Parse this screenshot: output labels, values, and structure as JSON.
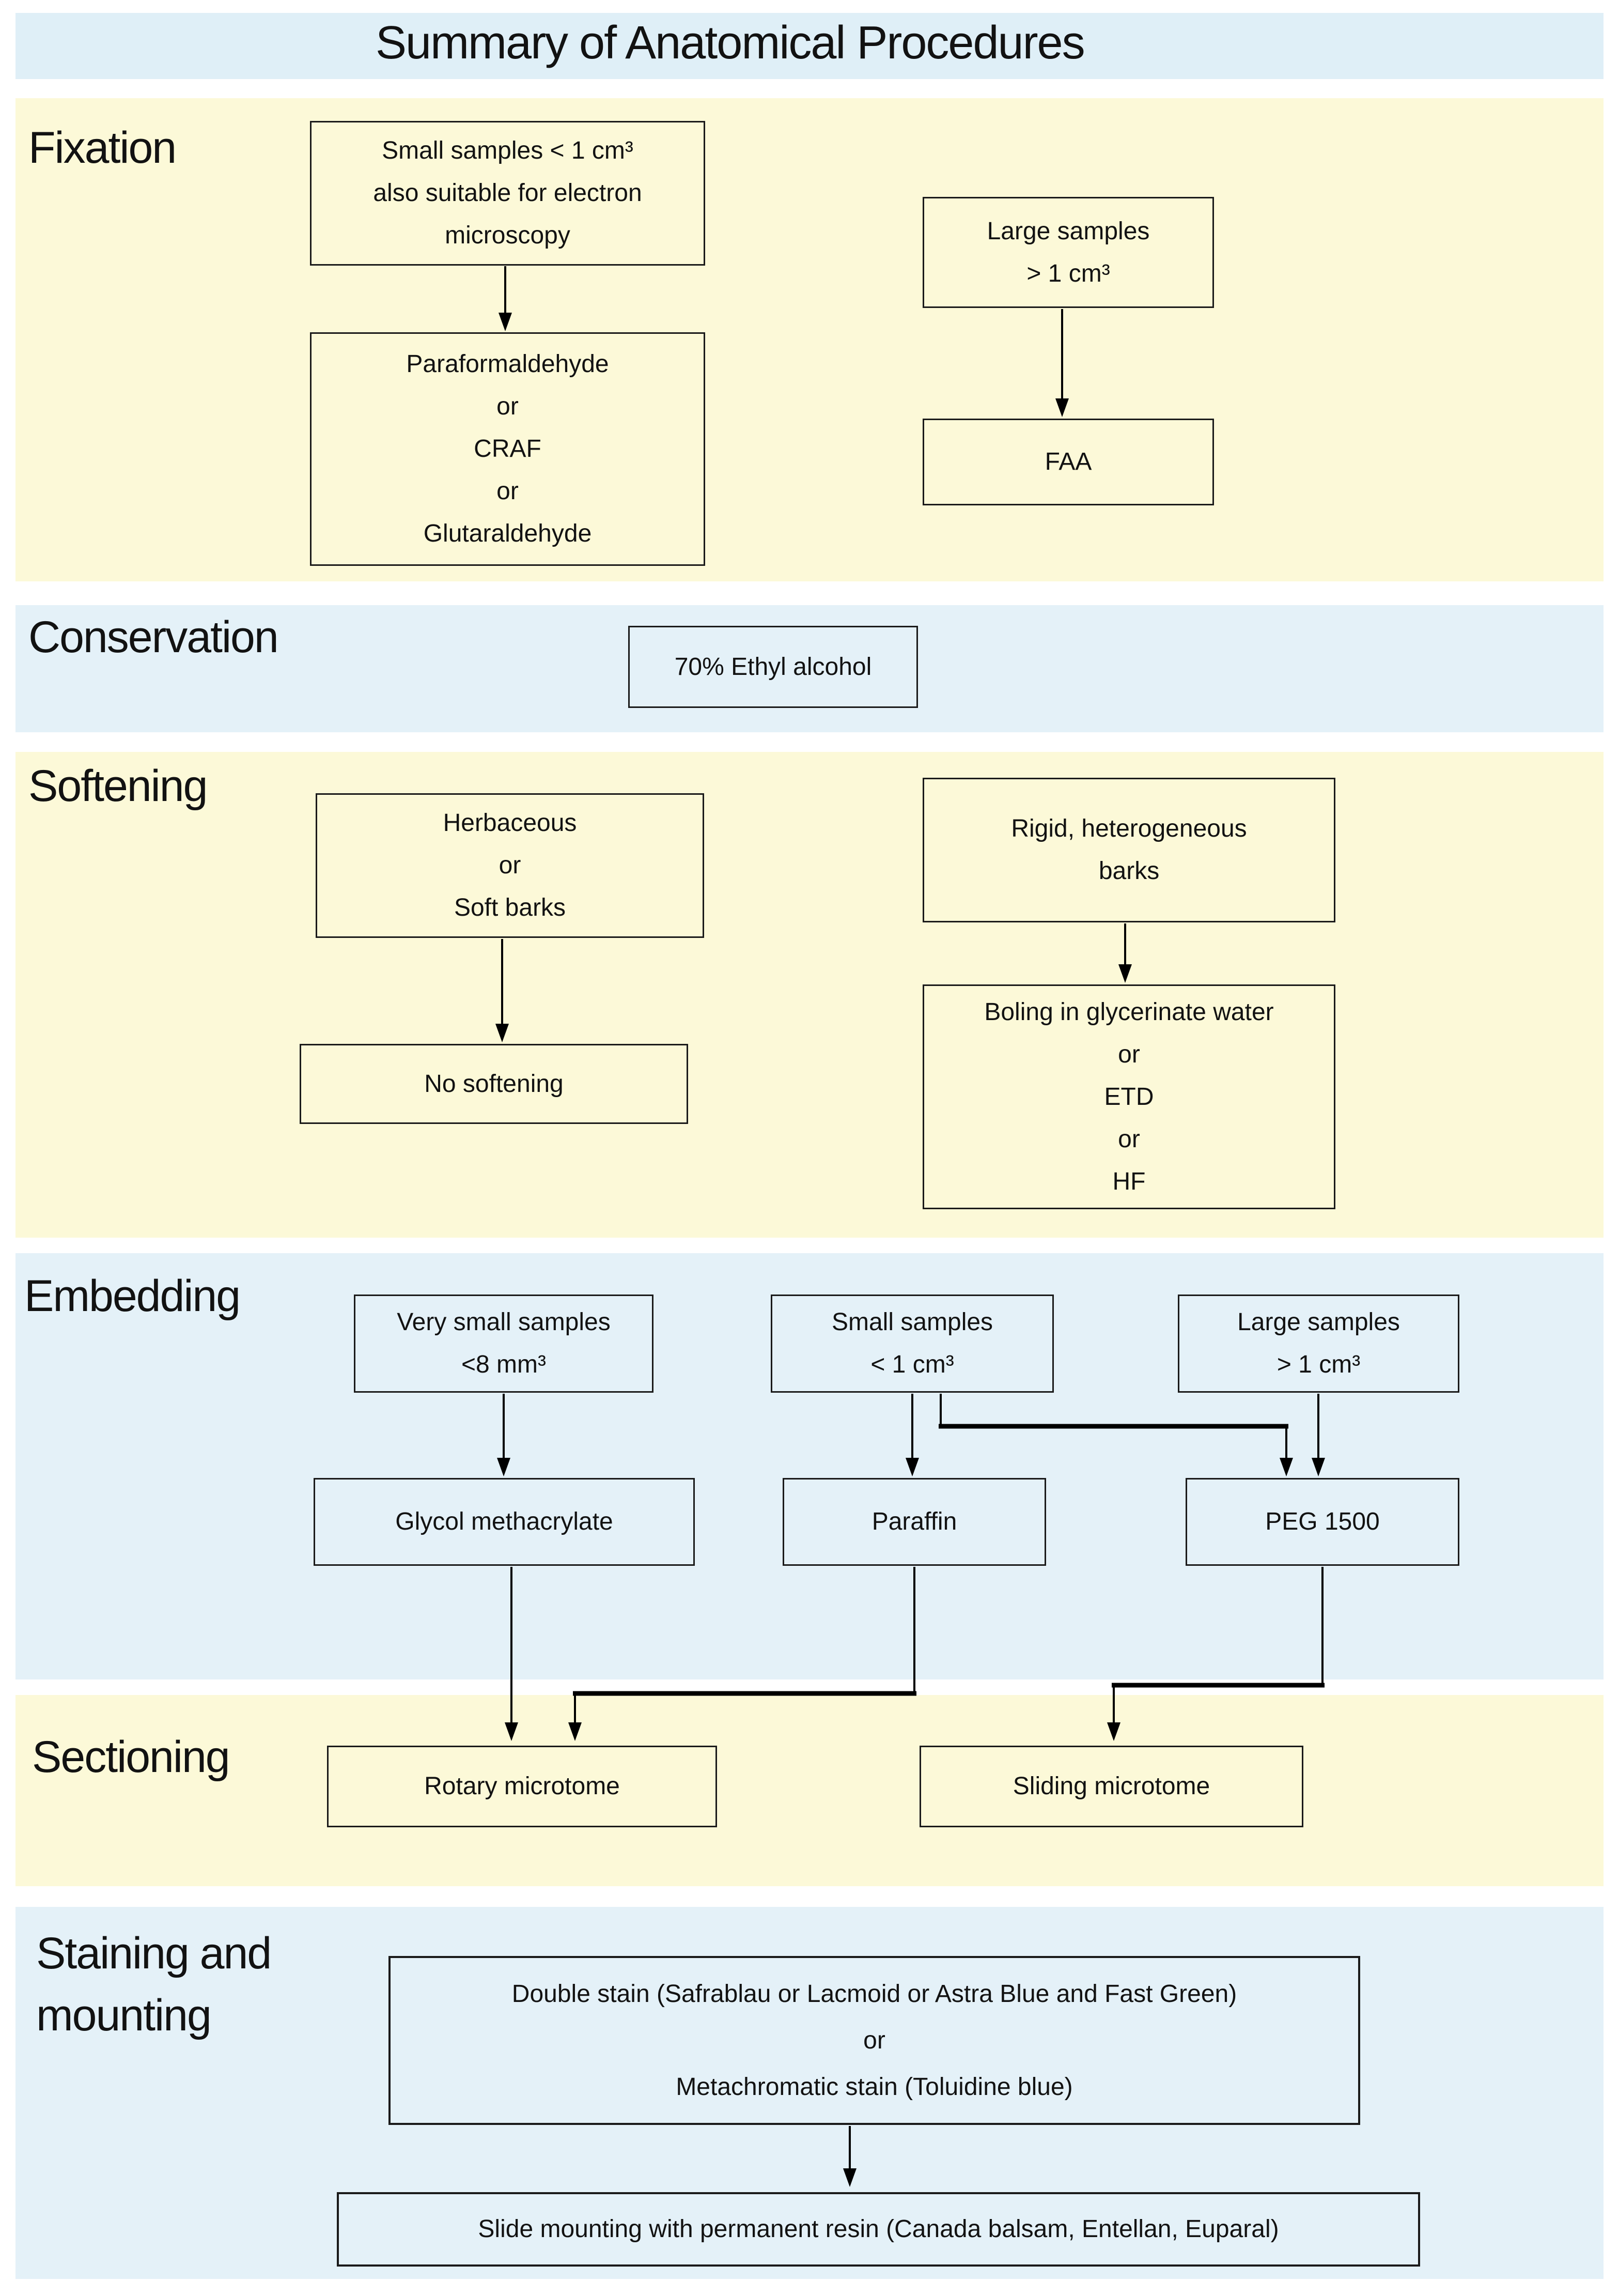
{
  "title": "Summary of Anatomical Procedures",
  "colors": {
    "band_yellow": "#FCF9D8",
    "band_blue": "#E4F1F8",
    "title_band_blue": "#DFEFF7",
    "box_border": "#1A1A1A",
    "connector_line": "#000000",
    "text": "#121212"
  },
  "sections": {
    "fixation": {
      "label": "Fixation",
      "box_small": {
        "lines": [
          "Small samples < 1 cm³",
          "also suitable for electron",
          "microscopy"
        ]
      },
      "box_fixatives": {
        "lines": [
          "Paraformaldehyde",
          "or",
          "CRAF",
          "or",
          "Glutaraldehyde"
        ]
      },
      "box_large": {
        "lines": [
          "Large samples",
          "> 1 cm³"
        ]
      },
      "box_faa": {
        "lines": [
          "FAA"
        ]
      }
    },
    "conservation": {
      "label": "Conservation",
      "box_alcohol": {
        "lines": [
          "70% Ethyl alcohol"
        ]
      }
    },
    "softening": {
      "label": "Softening",
      "box_herbaceous": {
        "lines": [
          "Herbaceous",
          "or",
          "Soft barks"
        ]
      },
      "box_no_softening": {
        "lines": [
          "No softening"
        ]
      },
      "box_rigid": {
        "lines": [
          "Rigid, heterogeneous",
          "barks"
        ]
      },
      "box_boiling": {
        "lines": [
          "Boling in glycerinate water",
          "or",
          "ETD",
          "or",
          "HF"
        ]
      }
    },
    "embedding": {
      "label": "Embedding",
      "box_very_small": {
        "lines": [
          "Very small samples",
          "<8 mm³"
        ]
      },
      "box_small": {
        "lines": [
          "Small samples",
          "< 1 cm³"
        ]
      },
      "box_large": {
        "lines": [
          "Large samples",
          "> 1 cm³"
        ]
      },
      "box_glycol": {
        "lines": [
          "Glycol methacrylate"
        ]
      },
      "box_paraffin": {
        "lines": [
          "Paraffin"
        ]
      },
      "box_peg": {
        "lines": [
          "PEG 1500"
        ]
      }
    },
    "sectioning": {
      "label": "Sectioning",
      "box_rotary": {
        "lines": [
          "Rotary microtome"
        ]
      },
      "box_sliding": {
        "lines": [
          "Sliding microtome"
        ]
      }
    },
    "staining": {
      "label_lines": [
        "Staining and",
        "mounting"
      ],
      "box_stain": {
        "lines": [
          "Double stain (Safrablau or Lacmoid or Astra Blue and Fast Green)",
          "or",
          "Metachromatic stain (Toluidine blue)"
        ]
      },
      "box_mount": {
        "lines": [
          "Slide mounting with permanent resin (Canada balsam, Entellan, Euparal)"
        ]
      }
    }
  }
}
